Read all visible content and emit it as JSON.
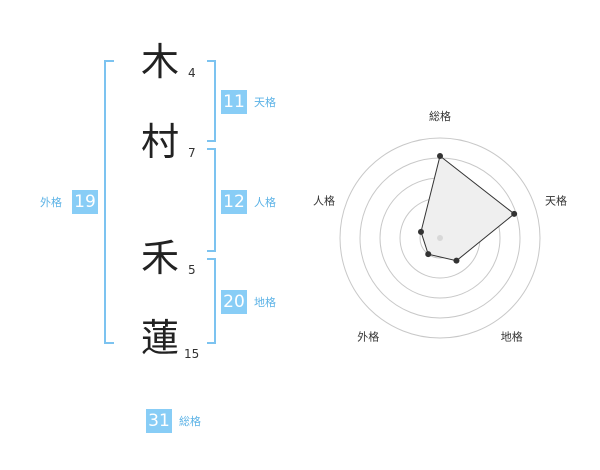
{
  "name": {
    "chars": [
      {
        "char": "木",
        "strokes": "4"
      },
      {
        "char": "村",
        "strokes": "7"
      },
      {
        "char": "禾",
        "strokes": "5"
      },
      {
        "char": "蓮",
        "strokes": "15"
      }
    ]
  },
  "grades": {
    "tenkaku": {
      "value": "11",
      "label": "天格"
    },
    "jinkaku": {
      "value": "12",
      "label": "人格"
    },
    "chikaku": {
      "value": "20",
      "label": "地格"
    },
    "gaikaku": {
      "value": "19",
      "label": "外格"
    },
    "soukaku": {
      "value": "31",
      "label": "総格"
    }
  },
  "chart_data": {
    "type": "radar",
    "axes": [
      "総格",
      "天格",
      "地格",
      "外格",
      "人格"
    ],
    "values": [
      0.82,
      0.78,
      0.28,
      0.2,
      0.2
    ],
    "rmax": 1,
    "rings": 5,
    "colors": {
      "fill": "#efefef",
      "line": "#333333",
      "ring": "#c8c8c8",
      "center": "#d8d8d8"
    }
  },
  "colors": {
    "accent": "#88cdf6",
    "bracket": "#7cc3f0",
    "label": "#5bb2e6"
  }
}
